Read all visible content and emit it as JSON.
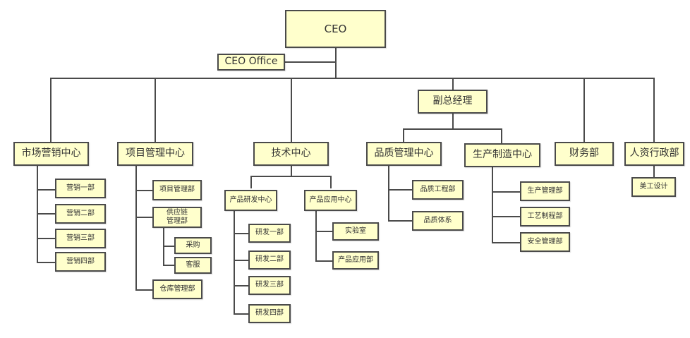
{
  "diagram": {
    "type": "org-chart",
    "colors": {
      "box_fill": "#ffffcc",
      "box_border": "#4a4a4a",
      "line": "#4a4a4a",
      "text": "#333333"
    },
    "nodes": {
      "ceo": "CEO",
      "ceo_office": "CEO Office",
      "vp": "副总经理",
      "marketing": "市场营销中心",
      "marketing_1": "营销一部",
      "marketing_2": "营销二部",
      "marketing_3": "营销三部",
      "marketing_4": "营销四部",
      "project": "项目管理中心",
      "project_dept": "项目管理部",
      "supply_chain": "供应链\n管理部",
      "procurement": "采购",
      "customer_service": "客服",
      "warehouse": "仓库管理部",
      "tech": "技术中心",
      "rd_center": "产品研发中心",
      "rd_1": "研发一部",
      "rd_2": "研发二部",
      "rd_3": "研发三部",
      "rd_4": "研发四部",
      "app_center": "产品应用中心",
      "lab": "实验室",
      "app_dept": "产品应用部",
      "quality": "品质管理中心",
      "quality_eng": "品质工程部",
      "quality_sys": "品质体系",
      "production": "生产制造中心",
      "prod_mgmt": "生产管理部",
      "process_eng": "工艺制程部",
      "safety": "安全管理部",
      "finance": "财务部",
      "hr_admin": "人资行政部",
      "art_design": "美工设计"
    }
  }
}
